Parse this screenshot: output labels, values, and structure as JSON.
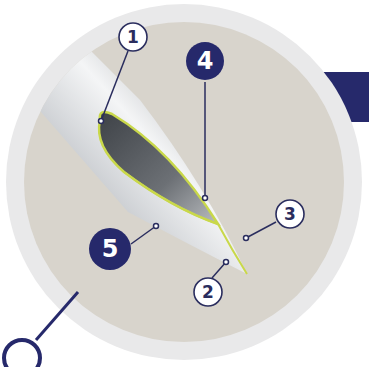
{
  "diagram": {
    "nodes": [
      {
        "text": [
          "1"
        ]
      },
      {
        "text": [
          "4"
        ]
      },
      {
        "text": [
          "3"
        ]
      },
      {
        "text": [
          "5"
        ]
      },
      {
        "text": [
          "2"
        ]
      }
    ]
  }
}
